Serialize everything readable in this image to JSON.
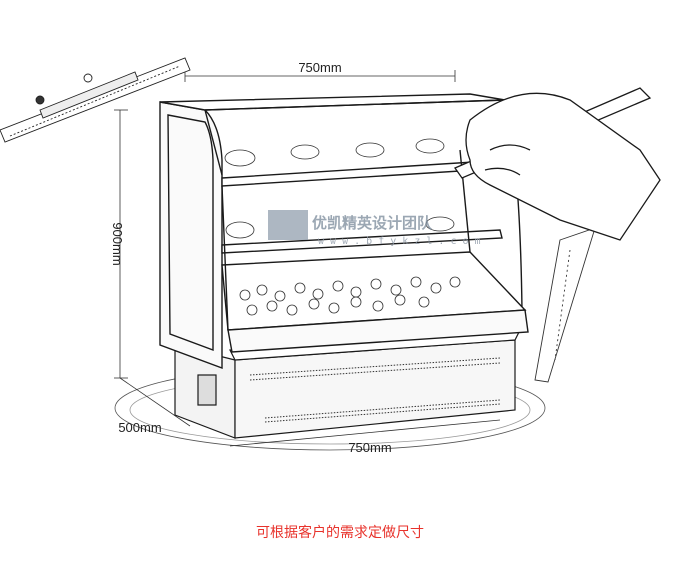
{
  "dimensions": {
    "width_top": "750mm",
    "height": "900mm",
    "depth": "500mm",
    "width_bottom": "750mm"
  },
  "watermark": {
    "brand": "优凯精英设计团队",
    "url": "w w w . b f y k z l . c o m"
  },
  "caption": "可根据客户的需求定做尺寸",
  "colors": {
    "line": "#1a1a1a",
    "caption": "#e8322b",
    "watermark": "#7a8a9a"
  }
}
